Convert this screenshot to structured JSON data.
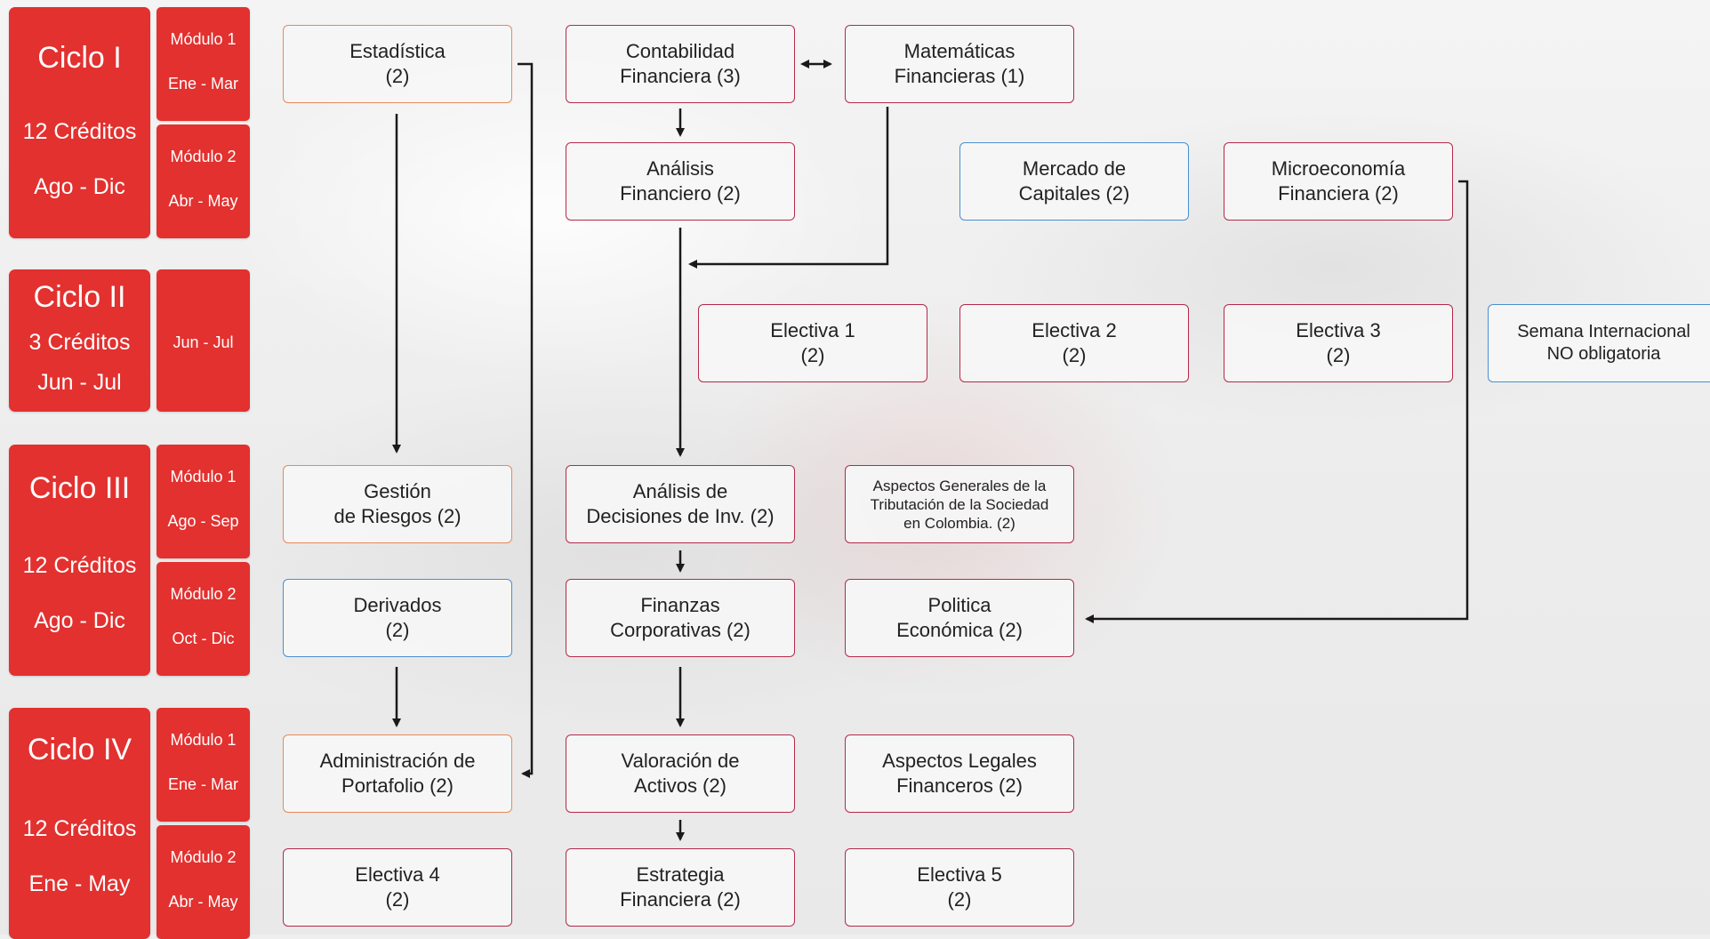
{
  "ciclos": [
    {
      "name": "Ciclo I",
      "credits": "12 Créditos",
      "period": "Ago - Dic"
    },
    {
      "name": "Ciclo II",
      "credits": "3  Créditos",
      "period": "Jun - Jul"
    },
    {
      "name": "Ciclo III",
      "credits": "12 Créditos",
      "period": "Ago - Dic"
    },
    {
      "name": "Ciclo IV",
      "credits": "12 Créditos",
      "period": "Ene - May"
    }
  ],
  "modulos": [
    {
      "label": "Módulo 1",
      "period": "Ene  - Mar"
    },
    {
      "label": "Módulo 2",
      "period": "Abr  - May"
    },
    {
      "label": "",
      "period": "Jun  - Jul"
    },
    {
      "label": "Módulo 1",
      "period": "Ago  - Sep"
    },
    {
      "label": "Módulo 2",
      "period": "Oct  - Dic"
    },
    {
      "label": "Módulo 1",
      "period": "Ene  - Mar"
    },
    {
      "label": "Módulo 2",
      "period": "Abr  - May"
    }
  ],
  "courses": {
    "estadistica": {
      "l1": "Estadística",
      "l2": "(2)"
    },
    "contabilidad": {
      "l1": "Contabilidad",
      "l2": "Financiera (3)"
    },
    "matematicas": {
      "l1": "Matemáticas",
      "l2": "Financieras (1)"
    },
    "analisis_financiero": {
      "l1": "Análisis",
      "l2": "Financiero (2)"
    },
    "mercado_capitales": {
      "l1": "Mercado de",
      "l2": "Capitales  (2)"
    },
    "microeconomia": {
      "l1": "Microeconomía",
      "l2": "Financiera (2)"
    },
    "electiva1": {
      "l1": "Electiva 1",
      "l2": "(2)"
    },
    "electiva2": {
      "l1": "Electiva 2",
      "l2": "(2)"
    },
    "electiva3": {
      "l1": "Electiva 3",
      "l2": "(2)"
    },
    "semana_internacional": {
      "l1": "Semana Internacional",
      "l2": "NO obligatoria"
    },
    "gestion_riesgos": {
      "l1": "Gestión",
      "l2": "de Riesgos (2)"
    },
    "analisis_decisiones": {
      "l1": "Análisis de",
      "l2": "Decisiones de Inv. (2)"
    },
    "tributacion": {
      "l1": "Aspectos Generales de la",
      "l2": "Tributación de la Sociedad",
      "l3": "en Colombia. (2)"
    },
    "derivados": {
      "l1": "Derivados",
      "l2": "(2)"
    },
    "finanzas_corporativas": {
      "l1": "Finanzas",
      "l2": "Corporativas (2)"
    },
    "politica_economica": {
      "l1": "Politica",
      "l2": "Económica (2)"
    },
    "administracion_portafolio": {
      "l1": "Administración de",
      "l2": "Portafolio (2)"
    },
    "valoracion_activos": {
      "l1": "Valoración de",
      "l2": "Activos (2)"
    },
    "aspectos_legales": {
      "l1": "Aspectos Legales",
      "l2": "Financeros (2)"
    },
    "electiva4": {
      "l1": "Electiva 4",
      "l2": "(2)"
    },
    "estrategia_financiera": {
      "l1": "Estrategia",
      "l2": "Financiera (2)"
    },
    "electiva5": {
      "l1": "Electiva 5",
      "l2": "(2)"
    }
  },
  "colors": {
    "ciclo_red": "#e2312f",
    "border_crimson": "#b5294a",
    "border_orange": "#e58a5a",
    "border_blue": "#4a8fd0",
    "arrow": "#1a1a1a"
  }
}
